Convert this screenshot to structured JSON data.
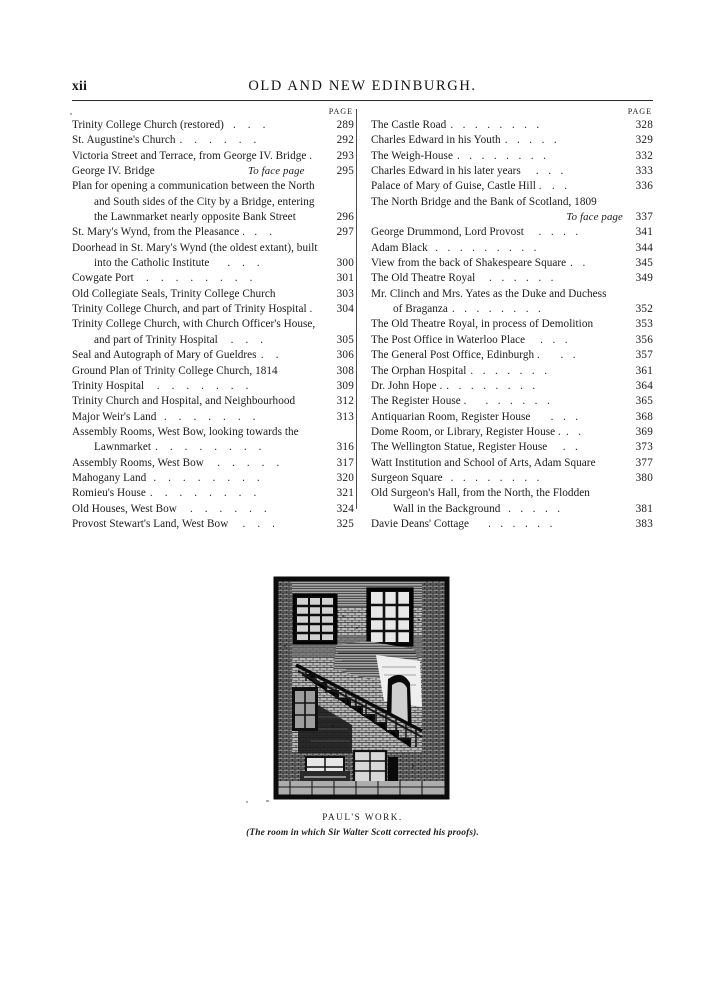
{
  "running_head": {
    "folio": "xii",
    "title": "OLD AND NEW EDINBURGH."
  },
  "columns": {
    "page_column_label": "PAGE",
    "left": [
      {
        "lines": [
          "Trinity College Church (restored)"
        ],
        "page": "289"
      },
      {
        "lines": [
          "St. Augustine's Church"
        ],
        "page": "292"
      },
      {
        "lines": [
          "Victoria Street and Terrace, from George IV. Bridge ."
        ],
        "page": "293"
      },
      {
        "lines": [
          "George IV. Bridge"
        ],
        "note": "To face page",
        "page": "295"
      },
      {
        "lines": [
          "Plan for opening a communication between the North",
          "and South sides of the City by a Bridge, entering",
          "the Lawnmarket nearly opposite Bank Street"
        ],
        "page": "296"
      },
      {
        "lines": [
          "St. Mary's Wynd, from the Pleasance ."
        ],
        "page": "297"
      },
      {
        "lines": [
          "Doorhead in St. Mary's Wynd (the oldest extant), built",
          "into the Catholic Institute"
        ],
        "page": "300"
      },
      {
        "lines": [
          "Cowgate Port"
        ],
        "page": "301"
      },
      {
        "lines": [
          "Old Collegiate Seals, Trinity College Church"
        ],
        "page": "303"
      },
      {
        "lines": [
          "Trinity College Church, and part of Trinity Hospital ."
        ],
        "page": "304"
      },
      {
        "lines": [
          "Trinity College Church, with Church Officer's House,",
          "and part of Trinity Hospital"
        ],
        "page": "305"
      },
      {
        "lines": [
          "Seal and Autograph of Mary of Gueldres"
        ],
        "page": "306"
      },
      {
        "lines": [
          "Ground Plan of Trinity College Church, 1814"
        ],
        "page": "308"
      },
      {
        "lines": [
          "Trinity Hospital"
        ],
        "page": "309"
      },
      {
        "lines": [
          "Trinity Church and Hospital, and Neighbourhood"
        ],
        "page": "312"
      },
      {
        "lines": [
          "Major Weir's Land"
        ],
        "page": "313"
      },
      {
        "lines": [
          "Assembly Rooms, West Bow, looking towards the",
          "Lawnmarket"
        ],
        "page": "316"
      },
      {
        "lines": [
          "Assembly Rooms, West Bow"
        ],
        "page": "317"
      },
      {
        "lines": [
          "Mahogany Land"
        ],
        "page": "320"
      },
      {
        "lines": [
          "Romieu's House"
        ],
        "page": "321"
      },
      {
        "lines": [
          "Old Houses, West Bow"
        ],
        "page": "324"
      },
      {
        "lines": [
          "Provost Stewart's Land, West Bow"
        ],
        "page": "325"
      }
    ],
    "right": [
      {
        "lines": [
          "The Castle Road"
        ],
        "page": "328"
      },
      {
        "lines": [
          "Charles Edward in his Youth"
        ],
        "page": "329"
      },
      {
        "lines": [
          "The Weigh-House"
        ],
        "page": "332"
      },
      {
        "lines": [
          "Charles Edward in his later years"
        ],
        "page": "333"
      },
      {
        "lines": [
          "Palace of Mary of Guise, Castle Hill ."
        ],
        "page": "336"
      },
      {
        "lines": [
          "The North Bridge and the Bank of Scotland, 1809"
        ],
        "note": "To face page",
        "page": "337"
      },
      {
        "lines": [
          "George Drummond, Lord Provost"
        ],
        "page": "341"
      },
      {
        "lines": [
          "Adam Black"
        ],
        "page": "344"
      },
      {
        "lines": [
          "View from the back of Shakespeare Square"
        ],
        "page": "345"
      },
      {
        "lines": [
          "The Old Theatre Royal"
        ],
        "page": "349"
      },
      {
        "lines": [
          "Mr. Clinch and Mrs. Yates as the Duke and Duchess",
          "of Braganza"
        ],
        "page": "352"
      },
      {
        "lines": [
          "The Old Theatre Royal, in process of Demolition"
        ],
        "page": "353"
      },
      {
        "lines": [
          "The Post Office in Waterloo Place"
        ],
        "page": "356"
      },
      {
        "lines": [
          "The General Post Office, Edinburgh ."
        ],
        "page": "357"
      },
      {
        "lines": [
          "The Orphan Hospital"
        ],
        "page": "361"
      },
      {
        "lines": [
          "Dr. John Hope ."
        ],
        "page": "364"
      },
      {
        "lines": [
          "The Register House ."
        ],
        "page": "365"
      },
      {
        "lines": [
          "Antiquarian Room, Register House"
        ],
        "page": "368"
      },
      {
        "lines": [
          "Dome Room, or Library, Register House ."
        ],
        "page": "369"
      },
      {
        "lines": [
          "The Wellington Statue, Register House"
        ],
        "page": "373"
      },
      {
        "lines": [
          "Watt Institution and School of Arts, Adam Square"
        ],
        "page": "377"
      },
      {
        "lines": [
          "Surgeon Square"
        ],
        "page": "380"
      },
      {
        "lines": [
          "Old Surgeon's Hall, from the North, the Flodden",
          "Wall in the Background"
        ],
        "page": "381"
      },
      {
        "lines": [
          "Davie Deans' Cottage"
        ],
        "page": "383"
      }
    ]
  },
  "plate": {
    "caption_title": "PAUL'S WORK.",
    "caption_subtitle": "(The room in which Sir Walter Scott corrected his proofs)."
  }
}
